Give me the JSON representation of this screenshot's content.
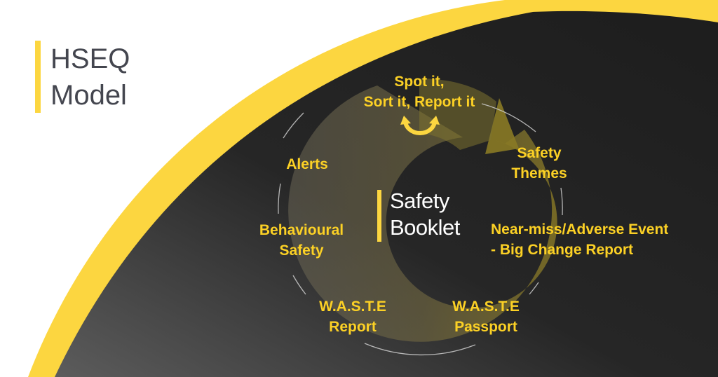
{
  "title": {
    "line1": "HSEQ",
    "line2": "Model"
  },
  "center": {
    "line1": "Safety",
    "line2": "Booklet"
  },
  "cycle_items": [
    {
      "line1": "Spot it,",
      "line2": "Sort it, Report it"
    },
    {
      "line1": "Safety",
      "line2": "Themes"
    },
    {
      "line1": "Near-miss/Adverse Event",
      "line2": "- Big Change Report"
    },
    {
      "line1": "W.A.S.T.E",
      "line2": "Passport"
    },
    {
      "line1": "W.A.S.T.E",
      "line2": "Report"
    },
    {
      "line1": "Behavioural",
      "line2": "Safety"
    },
    {
      "line1": "Alerts"
    }
  ],
  "icons": {
    "cycle_arrow": "curved-arrow-icon",
    "bidirectional": "u-turn-arrows-icon"
  },
  "colors": {
    "accent": "#fcd640",
    "label": "#fcd125",
    "dark": "#1e1e1e",
    "title_text": "#44464f"
  }
}
